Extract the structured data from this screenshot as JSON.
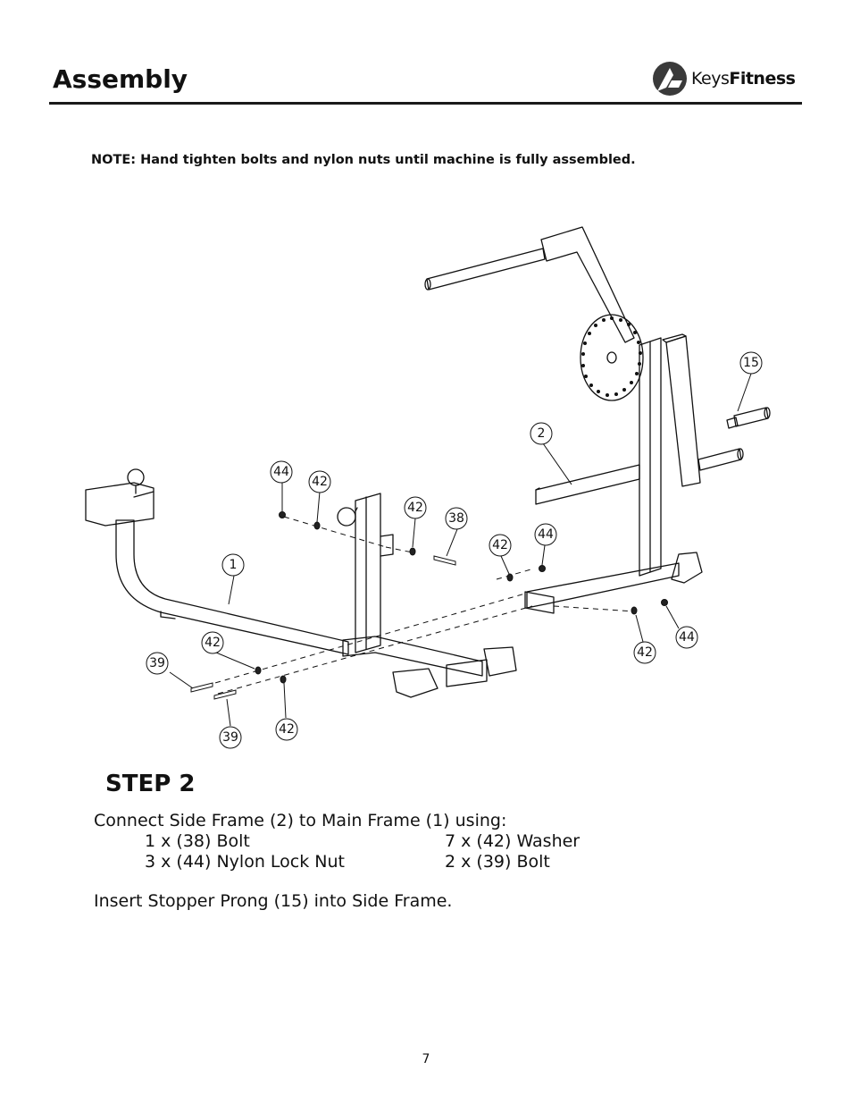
{
  "header": {
    "title": "Assembly",
    "logo_keys": "Keys",
    "logo_fitness": "Fitness"
  },
  "note": "NOTE:  Hand tighten bolts and nylon nuts until machine is fully assembled.",
  "callouts": {
    "c15": "15",
    "c2": "2",
    "c44a": "44",
    "c42a": "42",
    "c42b": "42",
    "c38": "38",
    "c42c": "42",
    "c44b": "44",
    "c1": "1",
    "c42d": "42",
    "c39a": "39",
    "c39b": "39",
    "c42e": "42",
    "c42f": "42",
    "c44c": "44"
  },
  "step": {
    "title": "STEP 2",
    "intro": "Connect Side Frame (2) to Main Frame (1) using:",
    "parts": [
      "1 x (38) Bolt",
      "7 x (42) Washer",
      "3 x (44) Nylon Lock Nut",
      "2 x (39) Bolt"
    ],
    "insert": "Insert Stopper Prong (15) into Side Frame."
  },
  "page_number": "7"
}
